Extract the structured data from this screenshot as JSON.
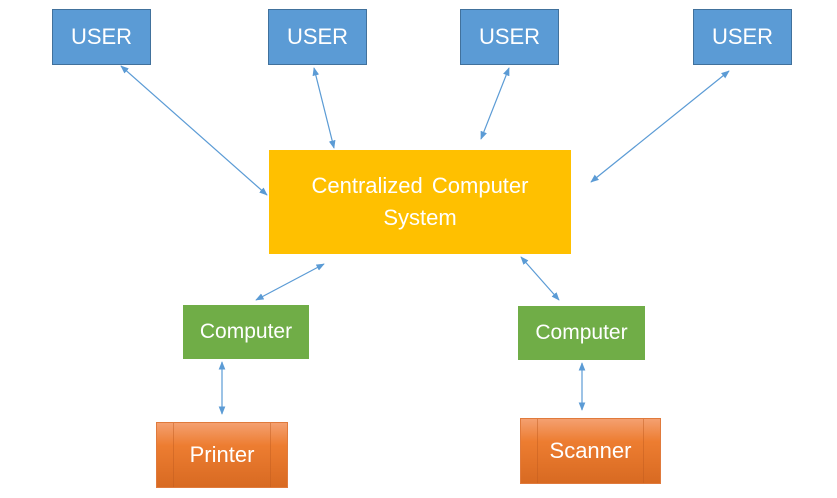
{
  "users": [
    {
      "label": "USER"
    },
    {
      "label": "USER"
    },
    {
      "label": "USER"
    },
    {
      "label": "USER"
    }
  ],
  "central": {
    "line1": "Centralized Computer",
    "line2": "System"
  },
  "computers": [
    {
      "label": "Computer"
    },
    {
      "label": "Computer"
    }
  ],
  "devices": {
    "printer": {
      "label": "Printer"
    },
    "scanner": {
      "label": "Scanner"
    }
  },
  "colors": {
    "user": "#5b9bd5",
    "central": "#ffc000",
    "computer": "#70ad47",
    "device": "#ed7d31",
    "connector": "#5b9bd5"
  }
}
